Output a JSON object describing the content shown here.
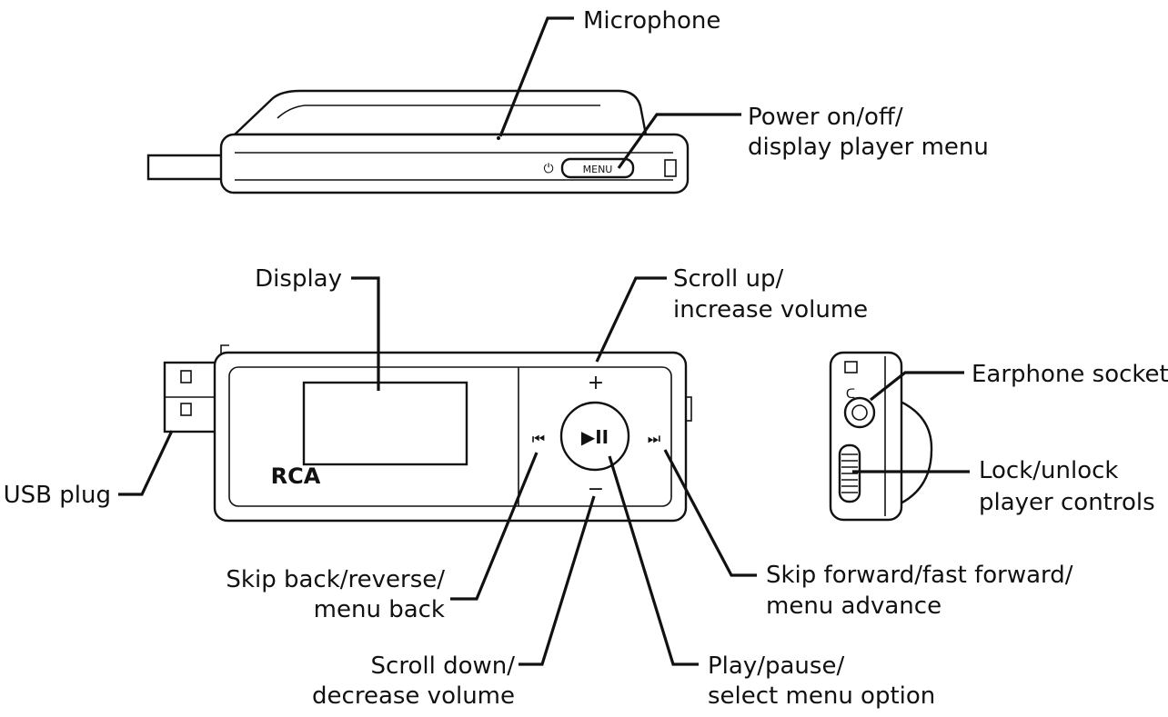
{
  "diagram": {
    "labels": {
      "microphone": "Microphone",
      "power_line1": "Power on/off/",
      "power_line2": "display player menu",
      "display": "Display",
      "scroll_up_line1": "Scroll up/",
      "scroll_up_line2": "increase volume",
      "earphone": "Earphone socket",
      "lock_line1": "Lock/unlock",
      "lock_line2": "player controls",
      "usb": "USB plug",
      "skip_back_line1": "Skip back/reverse/",
      "skip_back_line2": "menu back",
      "skip_fwd_line1": "Skip forward/fast forward/",
      "skip_fwd_line2": "menu advance",
      "scroll_down_line1": "Scroll down/",
      "scroll_down_line2": "decrease volume",
      "play_line1": "Play/pause/",
      "play_line2": "select menu option"
    },
    "device": {
      "menu_button": "MENU",
      "brand": "RCA",
      "plus_glyph": "+",
      "minus_glyph": "−",
      "prev_glyph": "⏮",
      "next_glyph": "⏭",
      "play_glyph": "▶II",
      "power_glyph": "⏻"
    }
  }
}
